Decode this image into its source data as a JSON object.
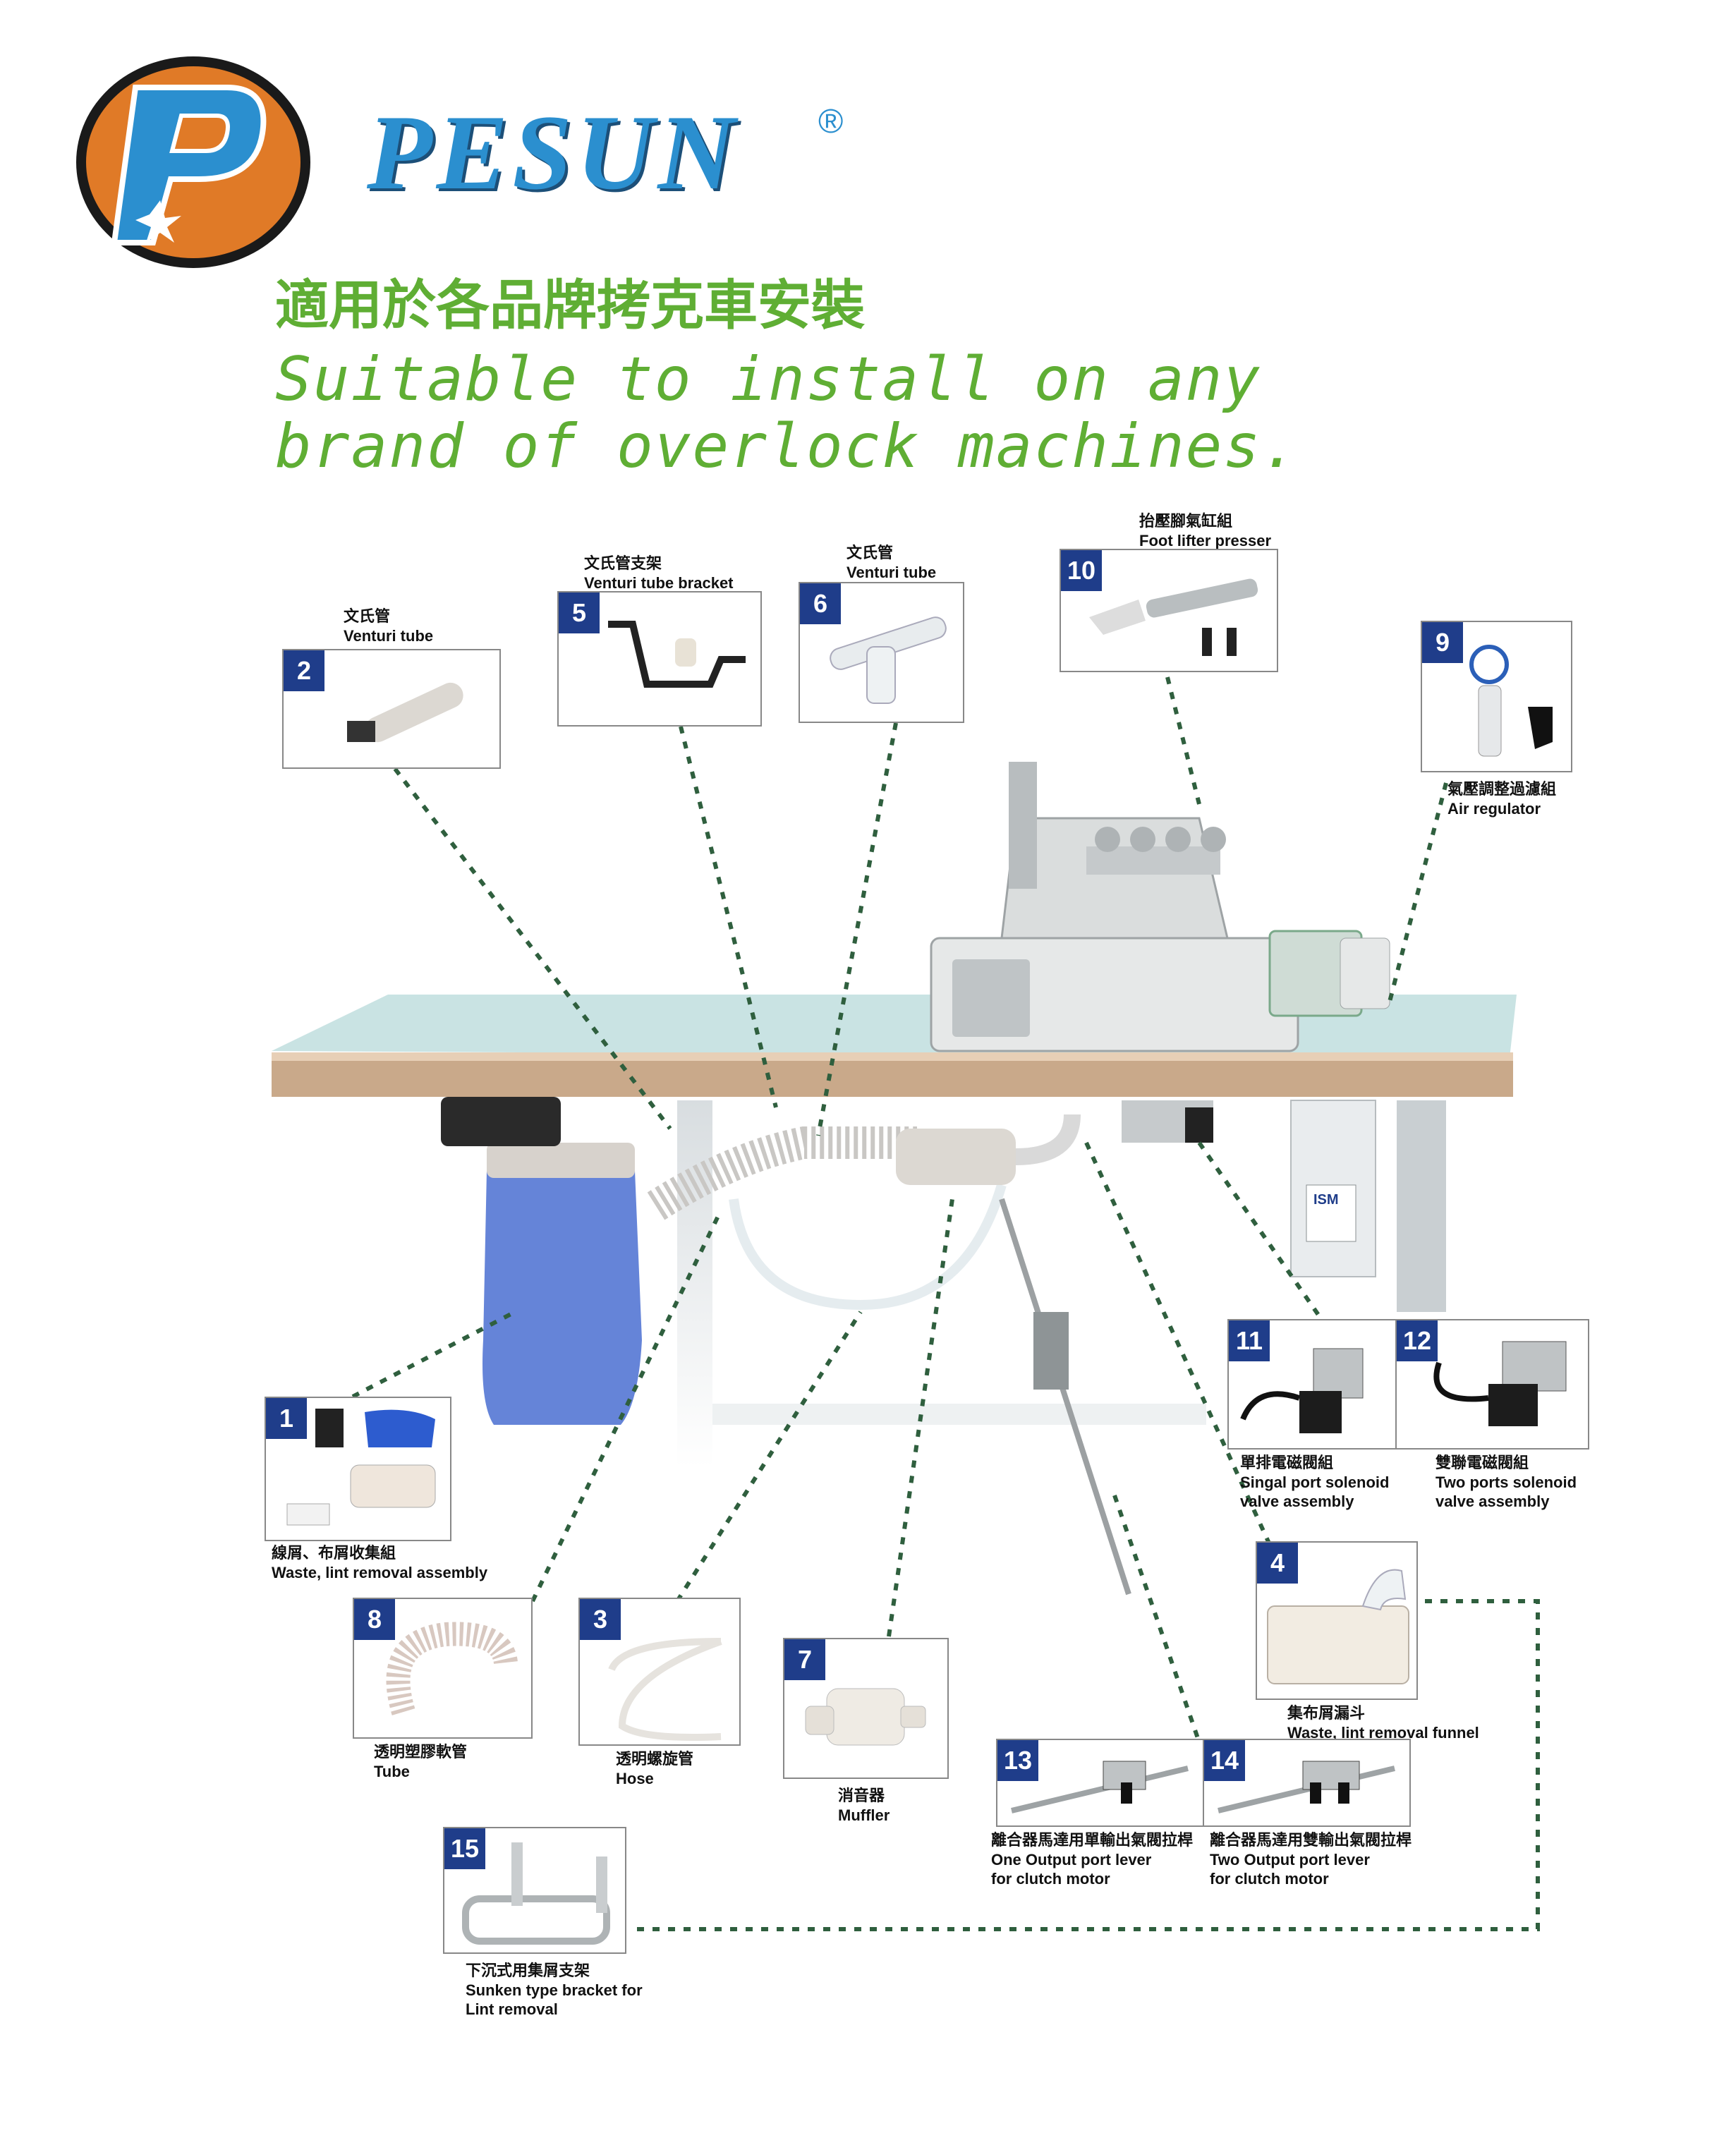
{
  "brand": {
    "name": "PESUN",
    "registered": "®"
  },
  "tagline": {
    "zh": "適用於各品牌拷克車安裝",
    "en_line1": "Suitable to install on any",
    "en_line2": "brand of overlock machines."
  },
  "colors": {
    "brand_blue": "#2b8fcf",
    "logo_orange": "#e07a27",
    "tagline_green": "#5fae34",
    "badge_navy": "#1f3d8a",
    "leader_green": "#2f5f3e"
  },
  "machine": {
    "panel_label": "ISM"
  },
  "components": [
    {
      "num": "1",
      "zh": "線屑、布屑收集組",
      "en": [
        "Waste, lint removal assembly"
      ]
    },
    {
      "num": "2",
      "zh": "文氏管",
      "en": [
        "Venturi tube"
      ]
    },
    {
      "num": "3",
      "zh": "透明螺旋管",
      "en": [
        "Hose"
      ]
    },
    {
      "num": "4",
      "zh": "集布屑漏斗",
      "en": [
        "Waste, lint removal funnel"
      ]
    },
    {
      "num": "5",
      "zh": "文氏管支架",
      "en": [
        "Venturi tube bracket"
      ]
    },
    {
      "num": "6",
      "zh": "文氏管",
      "en": [
        "Venturi tube"
      ]
    },
    {
      "num": "7",
      "zh": "消音器",
      "en": [
        "Muffler"
      ]
    },
    {
      "num": "8",
      "zh": "透明塑膠軟管",
      "en": [
        "Tube"
      ]
    },
    {
      "num": "9",
      "zh": "氣壓調整過濾組",
      "en": [
        "Air regulator"
      ]
    },
    {
      "num": "10",
      "zh": "抬壓腳氣缸組",
      "en": [
        "Foot lifter presser"
      ]
    },
    {
      "num": "11",
      "zh": "單排電磁閥組",
      "en": [
        "Singal port solenoid",
        "valve assembly"
      ]
    },
    {
      "num": "12",
      "zh": "雙聯電磁閥組",
      "en": [
        "Two ports solenoid",
        "valve assembly"
      ]
    },
    {
      "num": "13",
      "zh": "離合器馬達用單輸出氣閥拉桿",
      "en": [
        "One Output port lever",
        "for clutch motor"
      ]
    },
    {
      "num": "14",
      "zh": "離合器馬達用雙輸出氣閥拉桿",
      "en": [
        "Two Output port lever",
        "for clutch motor"
      ]
    },
    {
      "num": "15",
      "zh": "下沉式用集屑支架",
      "en": [
        "Sunken type bracket for",
        "Lint removal"
      ]
    }
  ]
}
